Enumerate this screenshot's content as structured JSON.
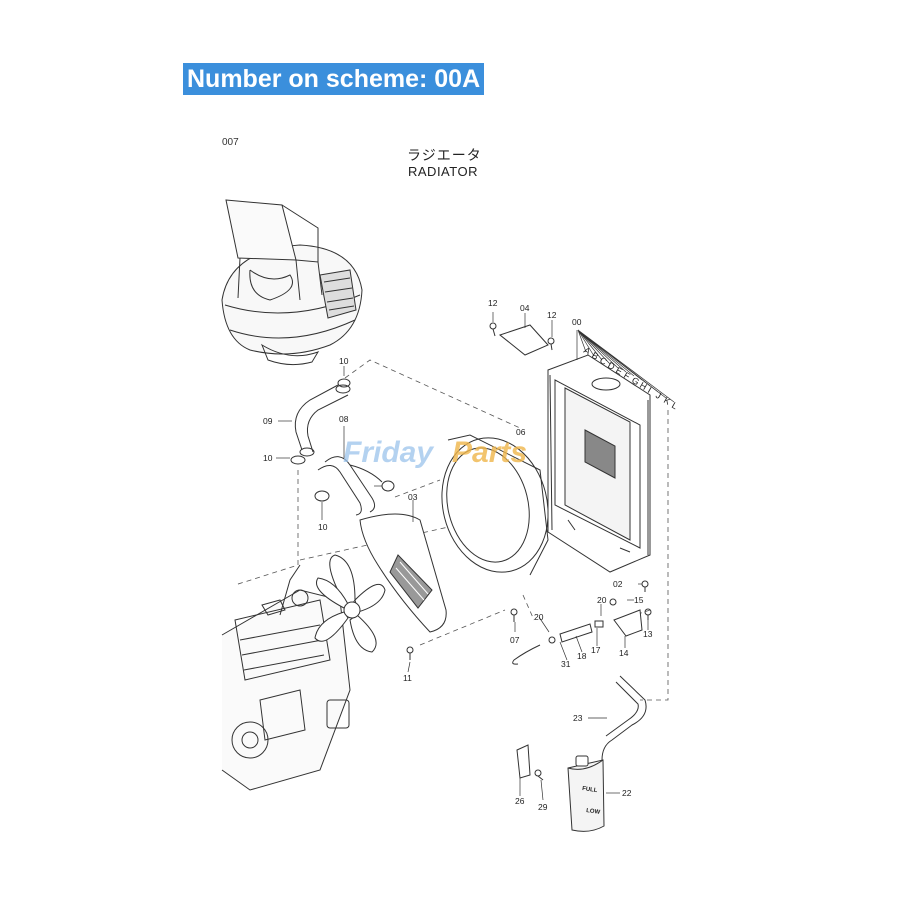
{
  "header": {
    "badge_text": "Number on scheme: 00A",
    "badge_color": "#3b8fdc"
  },
  "page_code": "007",
  "title": {
    "japanese": "ラジエータ",
    "english": "RADIATOR"
  },
  "watermark": {
    "part1": "Friday",
    "part2": "Parts"
  },
  "tank_labels": {
    "full": "FULL",
    "low": "LOW"
  },
  "callouts": {
    "c12a": "12",
    "c04": "04",
    "c12b": "12",
    "c00": "00",
    "c10a": "10",
    "c09": "09",
    "c08": "08",
    "c06": "06",
    "c10b": "10",
    "c10c": "10",
    "c03": "03",
    "c02": "02",
    "c20a": "20",
    "c15": "15",
    "c20b": "20",
    "c07": "07",
    "c13": "13",
    "c17": "17",
    "c18": "18",
    "c14": "14",
    "c31": "31",
    "c11": "11",
    "c23": "23",
    "c22": "22",
    "c26": "26",
    "c29": "29"
  },
  "radiator_letters": [
    "A",
    "B",
    "C",
    "D",
    "E",
    "F",
    "G",
    "H",
    "I",
    "J",
    "K",
    "L"
  ]
}
